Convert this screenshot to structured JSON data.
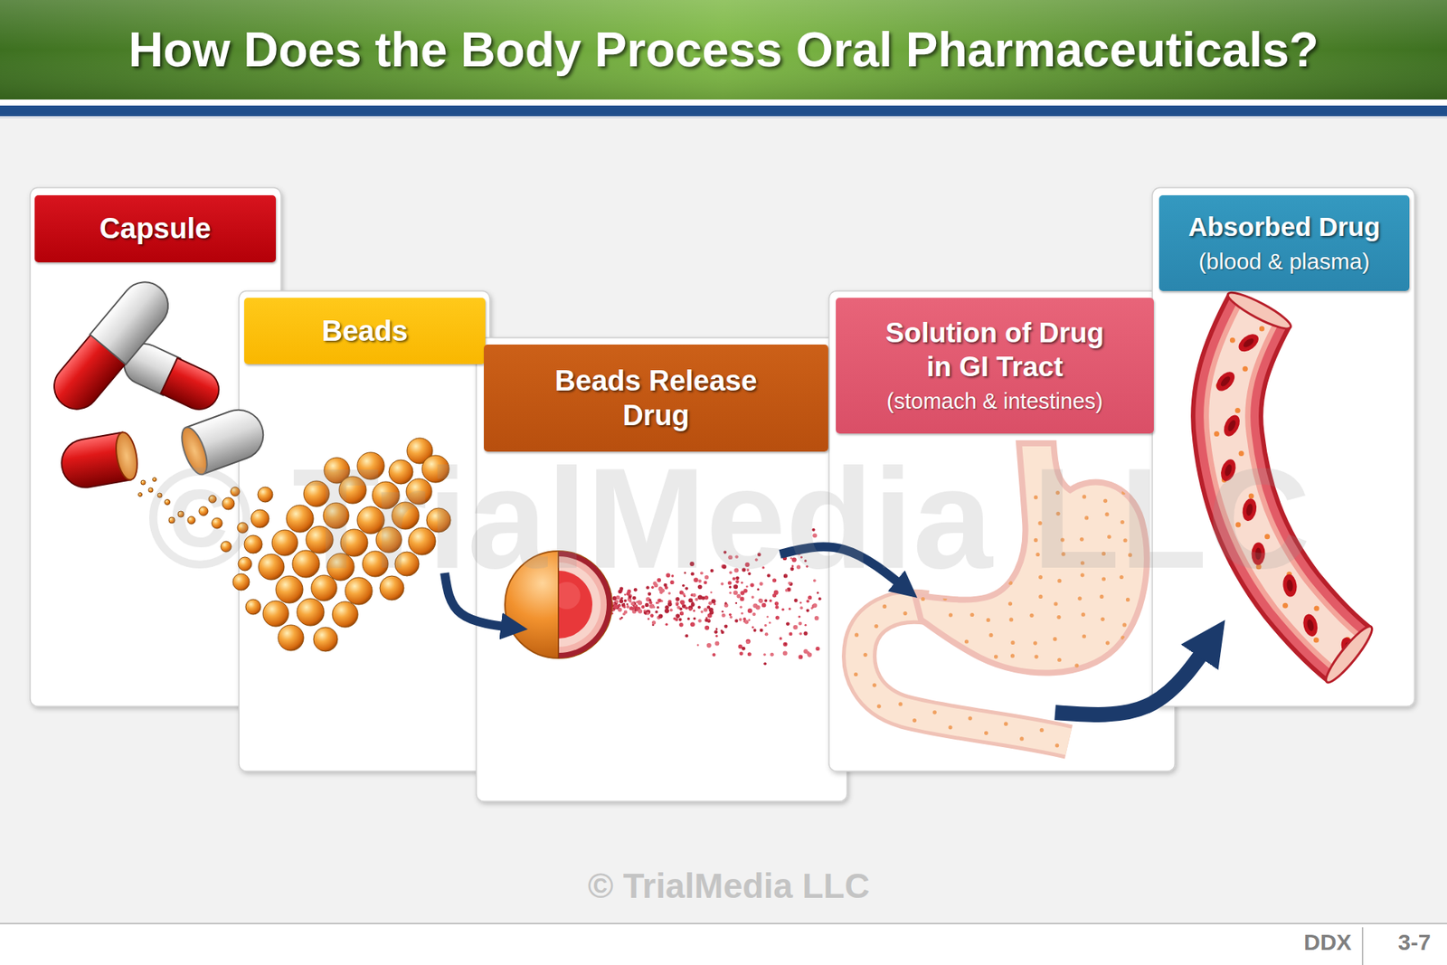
{
  "diagram": {
    "title": "How Does the Body Process Oral Pharmaceuticals?",
    "nodes": [
      {
        "text": [
          "Capsule"
        ]
      },
      {
        "text": [
          "Beads"
        ]
      },
      {
        "text": [
          "Beads Release Drug"
        ]
      },
      {
        "text": [
          "Solution of Drug in GI Tract",
          "(stomach & intestines)"
        ]
      },
      {
        "text": [
          "Absorbed Drug",
          "(blood & plasma)"
        ]
      }
    ],
    "edges": [
      {
        "from": 1,
        "to": 2,
        "arrow": "to"
      },
      {
        "from": 2,
        "to": 3,
        "arrow": "to"
      },
      {
        "from": 3,
        "to": 4,
        "arrow": "to"
      }
    ],
    "labels": [
      "© TrialMedia LLC",
      "© TrialMedia LLC",
      "DDX",
      "3-7"
    ]
  }
}
